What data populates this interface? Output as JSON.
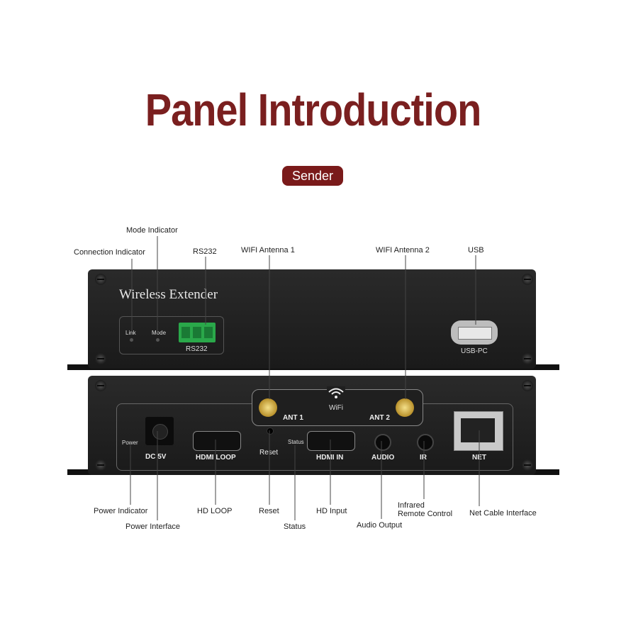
{
  "title": "Panel Introduction",
  "badge": "Sender",
  "device": {
    "brand": "Wireless Extender",
    "front": {
      "link": "Link",
      "mode": "Mode",
      "rs232": "RS232",
      "usb": "USB-PC"
    },
    "back": {
      "power": "Power",
      "dc": "DC 5V",
      "hdmi_loop": "HDMI LOOP",
      "reset": "Reset",
      "status": "Status",
      "hdmi_in": "HDMI IN",
      "audio": "AUDIO",
      "ir": "IR",
      "net": "NET",
      "ant1": "ANT 1",
      "ant2": "ANT 2",
      "wifi": "WiFi"
    }
  },
  "callouts_top": {
    "mode_indicator": "Mode Indicator",
    "connection_indicator": "Connection Indicator",
    "rs232": "RS232",
    "wifi_antenna_1": "WIFI Antenna 1",
    "wifi_antenna_2": "WIFI Antenna 2",
    "usb": "USB"
  },
  "callouts_bottom": {
    "power_indicator": "Power Indicator",
    "power_interface": "Power Interface",
    "hd_loop": "HD LOOP",
    "reset": "Reset",
    "status": "Status",
    "hd_input": "HD Input",
    "audio_output": "Audio Output",
    "infrared_line1": "Infrared",
    "infrared_line2": "Remote Control",
    "net_cable": "Net Cable Interface"
  }
}
